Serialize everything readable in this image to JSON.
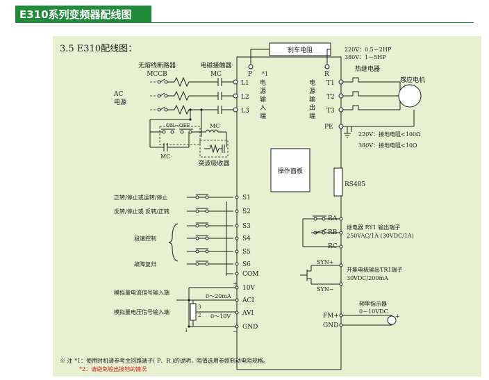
{
  "header": {
    "title": "E310系列变频器配线图"
  },
  "diagram": {
    "section_title": "3.5 E310配线图：",
    "breaker_label": "无熔线断路器",
    "breaker_code": "MCCB",
    "contactor_label": "电磁接触器",
    "contactor_code": "MC",
    "ac_line1": "AC",
    "ac_line2": "电源",
    "brake_resistor": "刹车电阻",
    "terminal_p": "P",
    "terminal_r": "R",
    "note_mark": "*1",
    "in_label_chars": [
      "电",
      "源",
      "输",
      "入",
      "端"
    ],
    "out_label_chars": [
      "电",
      "源",
      "输",
      "出",
      "端"
    ],
    "input_terminals": [
      "L1",
      "L2",
      "L3"
    ],
    "output_terminals": [
      "T1",
      "T2",
      "T3"
    ],
    "hp_line1": "220V：0.5－2HP",
    "hp_line2": "380V：1－5HP",
    "thermal_relay": "热继电器",
    "motor_label": "感应电机",
    "pe_terminal": "PE",
    "ground_220": "220V：接地电阻<100Ω",
    "ground_380": "380V：接地电阻<10Ω",
    "on_off": "ON－OFF",
    "mc_coil": "MC",
    "mc_contact": "MC",
    "surge_absorber": "突波吸收器",
    "operator_panel": "操作面板",
    "rs485": "RS485",
    "inputs": [
      {
        "label": "正转/停止或运转/停止",
        "terminal": "S1"
      },
      {
        "label": "反转/停止或 反转/正转",
        "terminal": "S2"
      },
      {
        "label": "",
        "terminal": "S3"
      },
      {
        "label": "段速控制",
        "terminal": "S4"
      },
      {
        "label": "",
        "terminal": "S5"
      },
      {
        "label": "故障复归",
        "terminal": "S6"
      }
    ],
    "com_terminal": "COM",
    "relay_terminals": [
      "RA",
      "RB",
      "RC"
    ],
    "relay_line1": "继电器 RY1 输出端子",
    "relay_line2": "250VAC/1A (30VDC/1A)",
    "syn_plus": "SYN+",
    "syn_minus": "SYN−",
    "oc_line1": "开集电极输出TR1端子",
    "oc_line2": "30VDC/200mA",
    "analog_current": "模拟量电流信号输入端",
    "analog_voltage": "模拟量电压信号输入端",
    "v10": "10V",
    "aci": "ACI",
    "avi": "AVI",
    "gnd": "GND",
    "range_ma": "0～20mA",
    "range_v": "0～10V",
    "pot_pin1": "1",
    "pot_pin2": "2",
    "pot_pin3": "3",
    "plus_sign": "+",
    "minus_sign": "−",
    "freq_meter": "频率指示器",
    "freq_range": "0－10VDC",
    "fm_plus": "FM+",
    "gnd_right": "GND",
    "note1": "※ 注 *1：使用时机请参考主回路端子( P、R )的说明，阻值选用参照制动电阻规格。",
    "note2": "*2：请避免输出接地的情况"
  },
  "colors": {
    "accent": "#1f8a3a",
    "panel": "#e8f0d2",
    "note_red": "#d9201c"
  }
}
